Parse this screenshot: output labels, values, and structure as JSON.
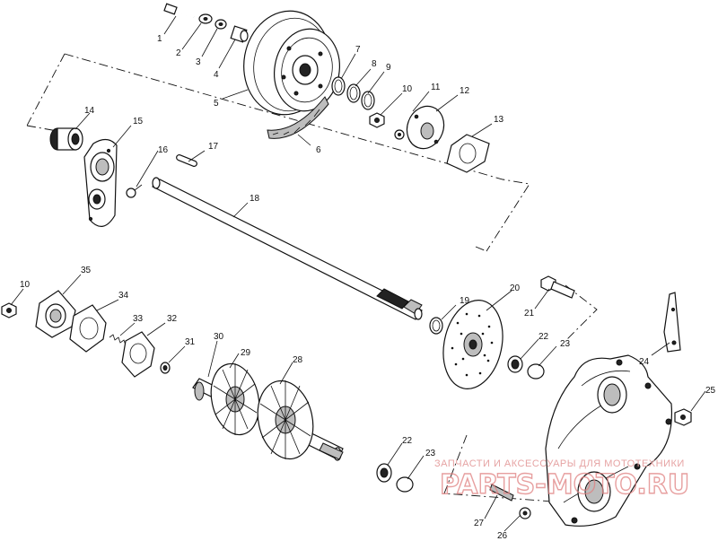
{
  "watermark": {
    "caption": "ЗАПЧАСТИ И АКСЕССУАРЫ ДЛЯ МОТОТЕХНИКИ",
    "brand": "PARTS-MOTO.RU"
  },
  "callouts": [
    {
      "id": "c1",
      "label": "1"
    },
    {
      "id": "c2",
      "label": "2"
    },
    {
      "id": "c3",
      "label": "3"
    },
    {
      "id": "c4",
      "label": "4"
    },
    {
      "id": "c5",
      "label": "5"
    },
    {
      "id": "c6",
      "label": "6"
    },
    {
      "id": "c7",
      "label": "7"
    },
    {
      "id": "c8",
      "label": "8"
    },
    {
      "id": "c9",
      "label": "9"
    },
    {
      "id": "c10a",
      "label": "10"
    },
    {
      "id": "c11",
      "label": "11"
    },
    {
      "id": "c12",
      "label": "12"
    },
    {
      "id": "c13",
      "label": "13"
    },
    {
      "id": "c14",
      "label": "14"
    },
    {
      "id": "c15",
      "label": "15"
    },
    {
      "id": "c16",
      "label": "16"
    },
    {
      "id": "c17",
      "label": "17"
    },
    {
      "id": "c18",
      "label": "18"
    },
    {
      "id": "c10b",
      "label": "10"
    },
    {
      "id": "c35",
      "label": "35"
    },
    {
      "id": "c34",
      "label": "34"
    },
    {
      "id": "c33",
      "label": "33"
    },
    {
      "id": "c32",
      "label": "32"
    },
    {
      "id": "c31",
      "label": "31"
    },
    {
      "id": "c30",
      "label": "30"
    },
    {
      "id": "c29",
      "label": "29"
    },
    {
      "id": "c28",
      "label": "28"
    },
    {
      "id": "c19",
      "label": "19"
    },
    {
      "id": "c20",
      "label": "20"
    },
    {
      "id": "c21",
      "label": "21"
    },
    {
      "id": "c22a",
      "label": "22"
    },
    {
      "id": "c23a",
      "label": "23"
    },
    {
      "id": "c24",
      "label": "24"
    },
    {
      "id": "c25",
      "label": "25"
    },
    {
      "id": "c22b",
      "label": "22"
    },
    {
      "id": "c23b",
      "label": "23"
    },
    {
      "id": "c27",
      "label": "27"
    },
    {
      "id": "c26",
      "label": "26"
    }
  ]
}
